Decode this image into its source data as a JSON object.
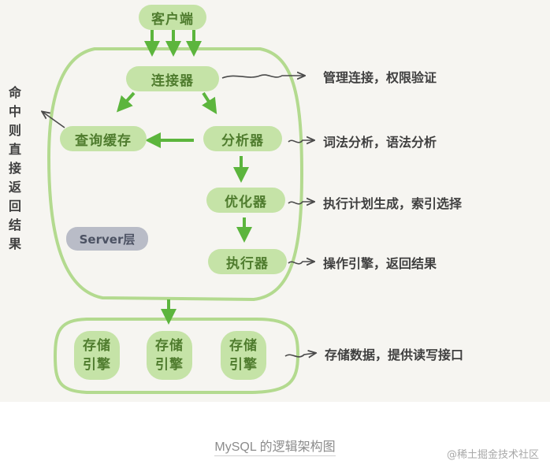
{
  "diagram": {
    "nodes": {
      "client": "客户端",
      "connector": "连接器",
      "query_cache": "查询缓存",
      "analyzer": "分析器",
      "optimizer": "优化器",
      "executor": "执行器",
      "engine_1": [
        "存储",
        "引擎"
      ],
      "engine_2": [
        "存储",
        "引擎"
      ],
      "engine_3": [
        "存储",
        "引擎"
      ]
    },
    "server_layer_label": "Server层",
    "cache_hit_note": "命中则直接返回结果",
    "notes": {
      "connector": "管理连接，权限验证",
      "analyzer": "词法分析，语法分析",
      "optimizer": "执行计划生成，索引选择",
      "executor": "操作引擎，返回结果",
      "engine": "存储数据，提供读写接口"
    },
    "colors": {
      "background": "#f6f5f1",
      "node_fill": "#c5e3a7",
      "node_text": "#4f7c2e",
      "outline": "#b3da8f",
      "arrow": "#5cb53d",
      "note_arrow": "#4a4a4a",
      "badge": "#b9bcc7"
    }
  },
  "caption": "MySQL 的逻辑架构图",
  "watermark": "@稀土掘金技术社区"
}
